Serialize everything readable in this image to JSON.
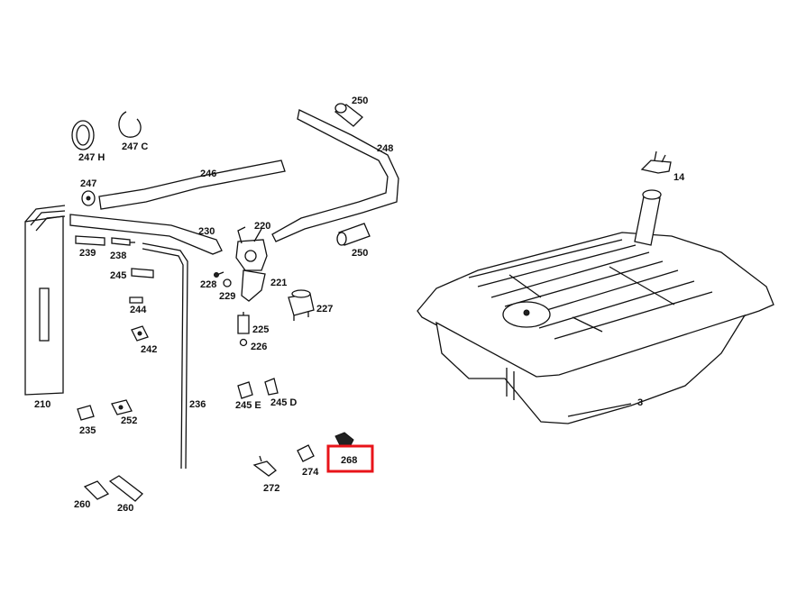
{
  "labels": {
    "l250a": "250",
    "l250b": "250",
    "l248": "248",
    "l247h": "247 H",
    "l247c": "247 C",
    "l246": "246",
    "l247": "247",
    "l230": "230",
    "l220": "220",
    "l221": "221",
    "l227": "227",
    "l228": "228",
    "l229": "229",
    "l225": "225",
    "l226": "226",
    "l239": "239",
    "l238": "238",
    "l245": "245",
    "l244": "244",
    "l242": "242",
    "l210": "210",
    "l236": "236",
    "l245e": "245 E",
    "l245d": "245 D",
    "l235": "235",
    "l252": "252",
    "l268": "268",
    "l274": "274",
    "l272": "272",
    "l260a": "260",
    "l260b": "260",
    "l14": "14",
    "l3": "3"
  },
  "highlight": {
    "part": "268",
    "color": "#e8141a"
  }
}
